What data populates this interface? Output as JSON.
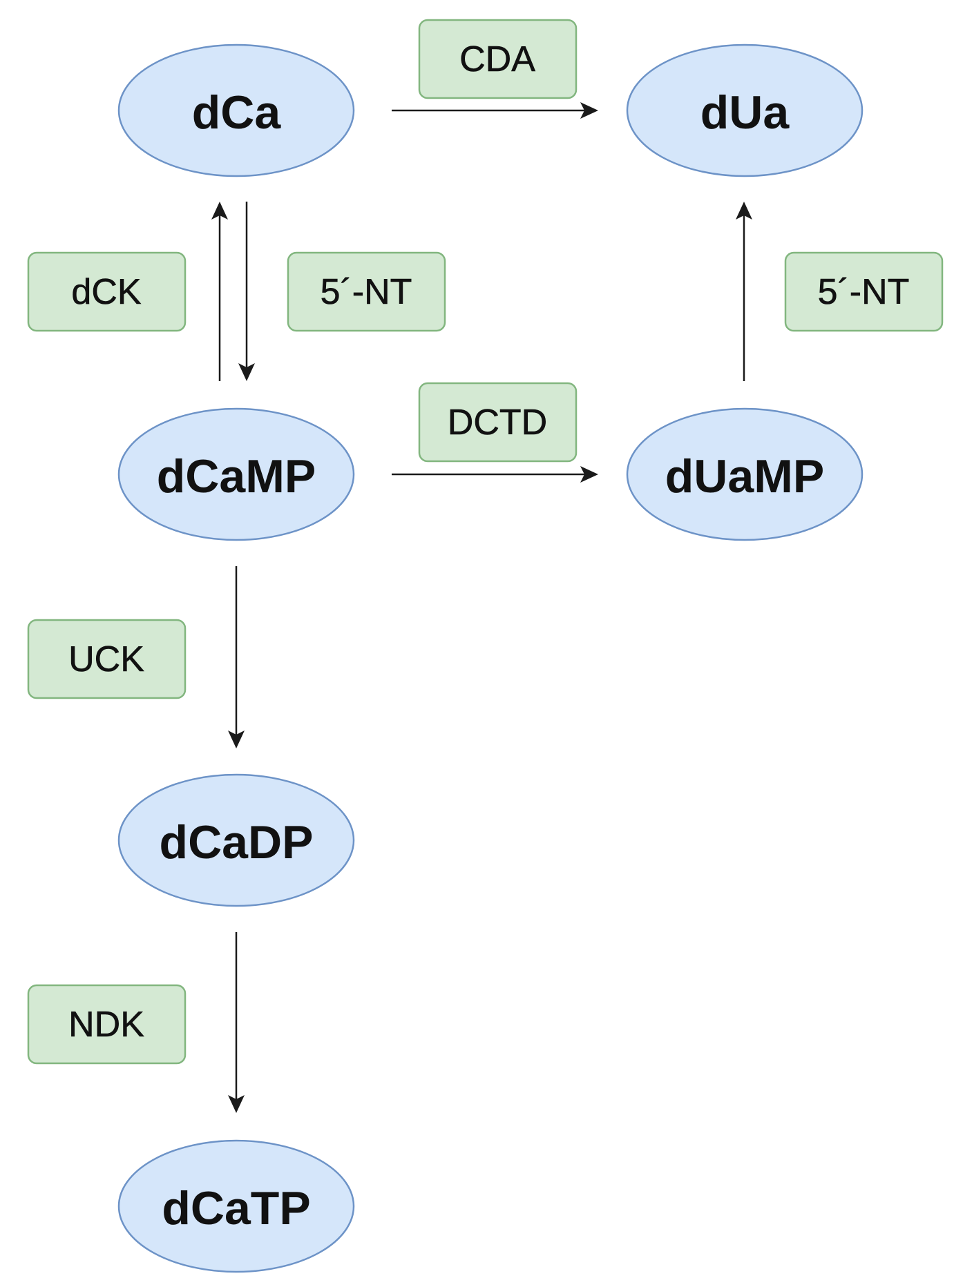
{
  "nodes": {
    "dca": "dCa",
    "dua": "dUa",
    "dcamp": "dCaMP",
    "duamp": "dUaMP",
    "dcadp": "dCaDP",
    "dcatp": "dCaTP"
  },
  "enzymes": {
    "cda": "CDA",
    "dck": "dCK",
    "nt_left": "5´-NT",
    "nt_right": "5´-NT",
    "dctd": "DCTD",
    "uck": "UCK",
    "ndk": "NDK"
  },
  "colors": {
    "node_fill": "#d5e6fa",
    "node_stroke": "#6d93c7",
    "enzyme_fill": "#d4e9d3",
    "enzyme_stroke": "#82b67f",
    "arrow": "#1a1a1a"
  }
}
